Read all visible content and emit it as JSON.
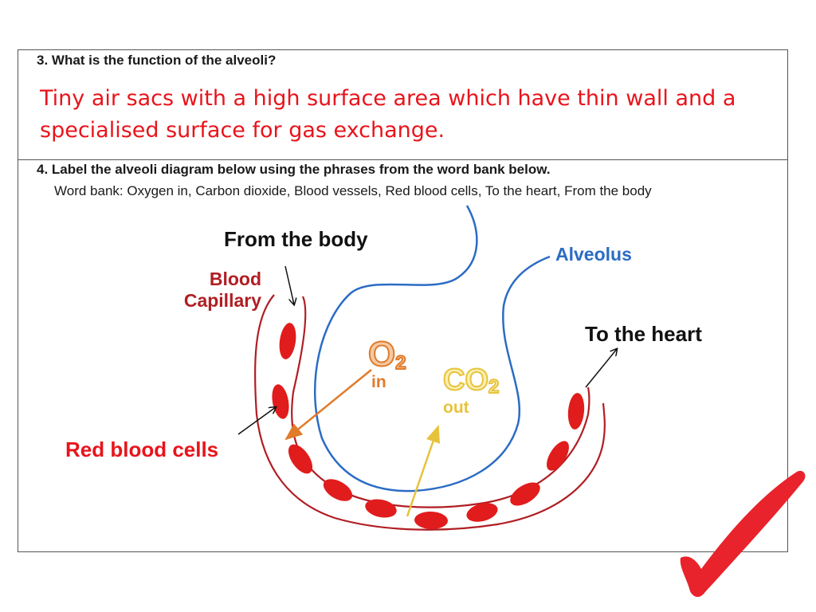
{
  "question3": {
    "prompt": "3.   What is the function of the alveoli?",
    "answer": "Tiny air sacs with a high surface area which have thin wall and a specialised surface for gas exchange."
  },
  "question4": {
    "prompt": "4.   Label the alveoli diagram below using the phrases from the word bank below.",
    "word_bank": "Word bank: Oxygen in, Carbon dioxide, Blood vessels, Red blood cells, To the heart, From the body"
  },
  "diagram": {
    "labels": {
      "from_the_body": "From the body",
      "to_the_heart": "To the heart",
      "red_blood_cells": "Red blood cells",
      "blood": "Blood",
      "capillary": "Capillary",
      "alveolus": "Alveolus",
      "o2_main": "O",
      "o2_sub": "2",
      "o2_in": "in",
      "co2_main": "CO",
      "co2_sub": "2",
      "co2_out": "out"
    },
    "colors": {
      "capillary": "#b01e23",
      "red_cell": "#e11c1c",
      "alveolus": "#2b6cc4",
      "o2_arrow": "#e07b2a",
      "co2_arrow": "#e7c33d",
      "answer_text": "#e8141b",
      "tick_mark": "#e8232b"
    },
    "icons": [
      "checkmark-icon"
    ]
  }
}
